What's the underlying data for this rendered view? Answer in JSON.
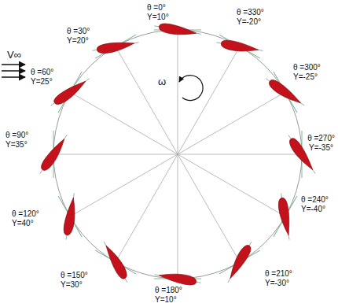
{
  "diagram": {
    "labels": [
      "θ =0°",
      "Y=10°",
      "θ =330°",
      "Y=-20°",
      "θ =30°",
      "Y=20°",
      "θ =300°",
      "Y=-25°",
      "θ =60°",
      "Y=25°",
      "θ =270°",
      "Y=-35°",
      "θ =90°",
      "Y=35°",
      "θ =240°",
      "Y=-40°",
      "θ =120°",
      "Y=40°",
      "θ =210°",
      "Y=-30°",
      "θ =150°",
      "Y=30°",
      "θ =180°",
      "Y=10°",
      "V∞",
      "ω"
    ]
  }
}
